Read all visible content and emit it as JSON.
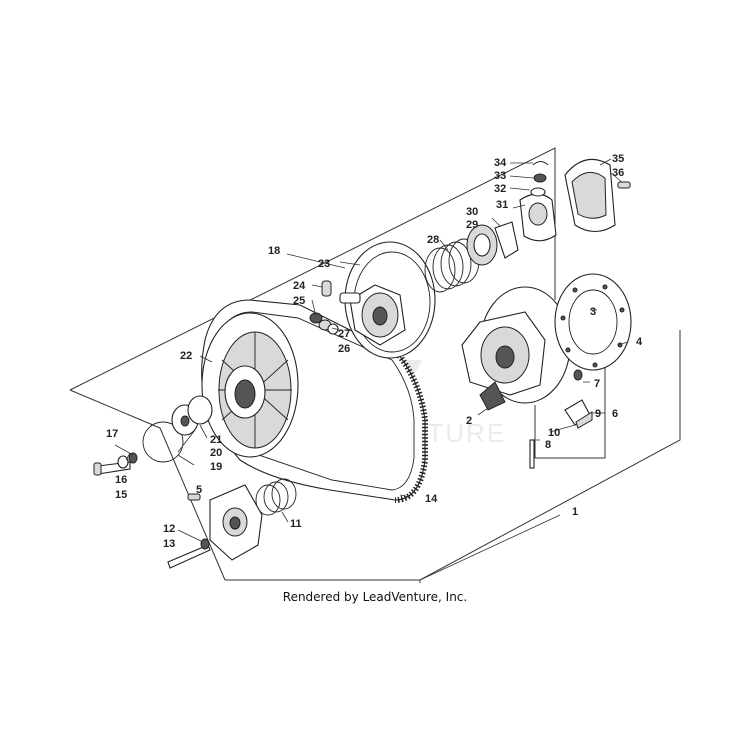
{
  "diagram": {
    "credit": "Rendered by LeadVenture, Inc.",
    "watermark": "LEADVENTURE",
    "callouts": [
      "1",
      "2",
      "3",
      "4",
      "5",
      "6",
      "7",
      "8",
      "9",
      "10",
      "11",
      "12",
      "13",
      "14",
      "15",
      "16",
      "17",
      "18",
      "19",
      "20",
      "21",
      "22",
      "23",
      "24",
      "25",
      "26",
      "27",
      "28",
      "29",
      "30",
      "31",
      "32",
      "33",
      "34",
      "35",
      "36"
    ]
  },
  "colors": {
    "line": "#222222",
    "shade": "#d9d9d9",
    "watermark": "#c8c8c8"
  }
}
